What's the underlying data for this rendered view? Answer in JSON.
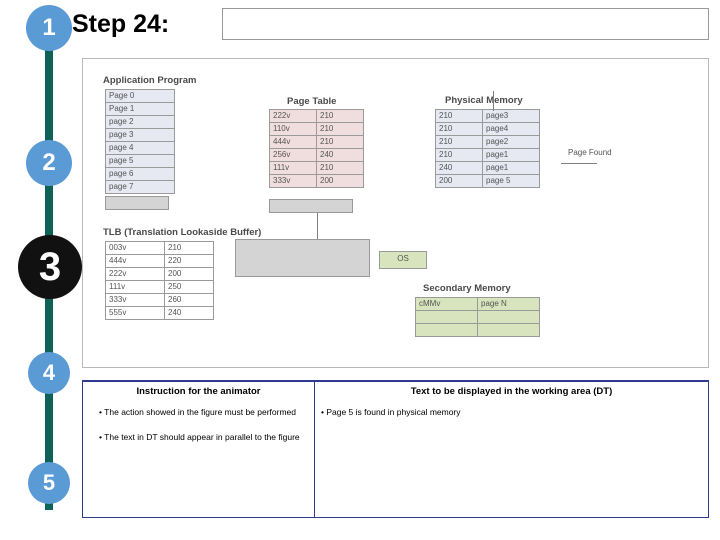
{
  "header": {
    "step_label": "Step 24:",
    "title_value": ""
  },
  "steps": [
    {
      "num": "1"
    },
    {
      "num": "2"
    },
    {
      "num": "3"
    },
    {
      "num": "4"
    },
    {
      "num": "5"
    }
  ],
  "figure": {
    "labels": {
      "application_program": "Application Program",
      "page_table": "Page Table",
      "physical_memory": "Physical Memory",
      "tlb": "TLB (Translation Lookaside Buffer)",
      "secondary_memory": "Secondary Memory",
      "os": "OS",
      "page_found": "Page Found"
    },
    "application_program": [
      "Page 0",
      "Page 1",
      "page 2",
      "page 3",
      "page 4",
      "page 5",
      "page 6",
      "page 7"
    ],
    "page_table": [
      [
        "222v",
        "210"
      ],
      [
        "110v",
        "210"
      ],
      [
        "444v",
        "210"
      ],
      [
        "256v",
        "240"
      ],
      [
        "111v",
        "210"
      ],
      [
        "333v",
        "200"
      ]
    ],
    "physical_memory": [
      [
        "210",
        "page3"
      ],
      [
        "210",
        "page4"
      ],
      [
        "210",
        "page2"
      ],
      [
        "210",
        "page1"
      ],
      [
        "240",
        "page1"
      ],
      [
        "200",
        "page 5"
      ]
    ],
    "tlb": [
      [
        "003v",
        "210"
      ],
      [
        "444v",
        "220"
      ],
      [
        "222v",
        "200"
      ],
      [
        "111v",
        "250"
      ],
      [
        "333v",
        "260"
      ],
      [
        "555v",
        "240"
      ]
    ],
    "secondary_memory": [
      [
        "cMMv",
        "page N"
      ]
    ]
  },
  "bottom": {
    "left_header": "Instruction for the animator",
    "right_header": "Text to be displayed in the working area (DT)",
    "left_items": [
      "• The  action showed in the figure must be performed",
      "• The text in DT should appear  in parallel to the figure"
    ],
    "right_items": [
      "• Page 5 is found in physical memory"
    ]
  },
  "colors": {
    "rail": "#0d6157",
    "badge_blue": "#5b9bd5",
    "badge_dark": "#111111",
    "table_border": "#2e3b8f"
  }
}
